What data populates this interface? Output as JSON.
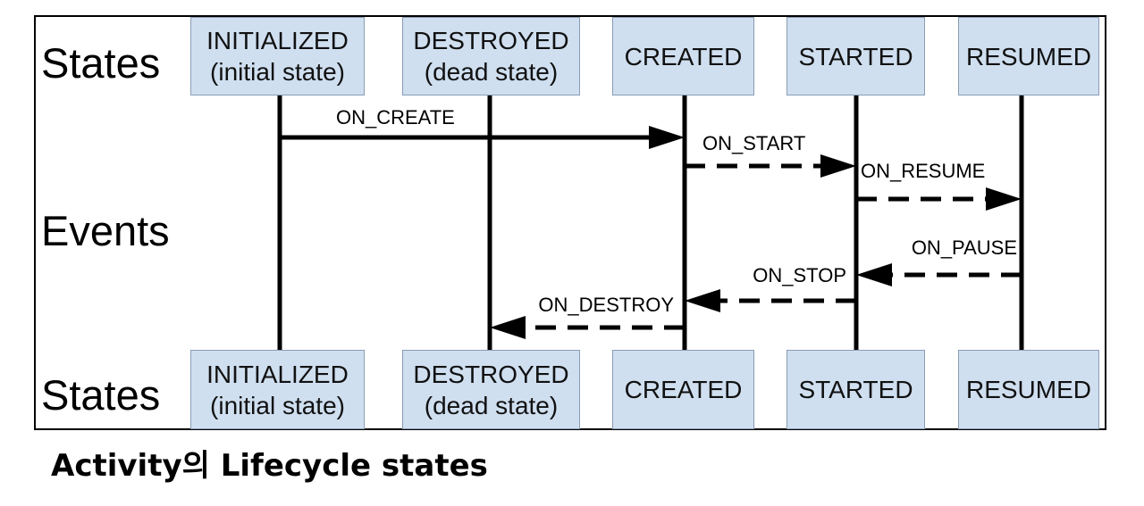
{
  "row_labels": {
    "top": "States",
    "middle": "Events",
    "bottom": "States"
  },
  "states": [
    {
      "id": "initialized",
      "name": "INITIALIZED",
      "note": "(initial state)"
    },
    {
      "id": "destroyed",
      "name": "DESTROYED",
      "note": "(dead state)"
    },
    {
      "id": "created",
      "name": "CREATED",
      "note": ""
    },
    {
      "id": "started",
      "name": "STARTED",
      "note": ""
    },
    {
      "id": "resumed",
      "name": "RESUMED",
      "note": ""
    }
  ],
  "events": [
    {
      "id": "on-create",
      "label": "ON_CREATE",
      "from": "initialized",
      "to": "created",
      "line": "solid"
    },
    {
      "id": "on-start",
      "label": "ON_START",
      "from": "created",
      "to": "started",
      "line": "dashed"
    },
    {
      "id": "on-resume",
      "label": "ON_RESUME",
      "from": "started",
      "to": "resumed",
      "line": "dashed"
    },
    {
      "id": "on-pause",
      "label": "ON_PAUSE",
      "from": "resumed",
      "to": "started",
      "line": "dashed"
    },
    {
      "id": "on-stop",
      "label": "ON_STOP",
      "from": "started",
      "to": "created",
      "line": "dashed"
    },
    {
      "id": "on-destroy",
      "label": "ON_DESTROY",
      "from": "created",
      "to": "destroyed",
      "line": "dashed"
    }
  ],
  "caption": "Activity의 Lifecycle states",
  "colors": {
    "state_fill": "#cfdff0",
    "state_border": "#8a9db3",
    "line": "#000000"
  }
}
